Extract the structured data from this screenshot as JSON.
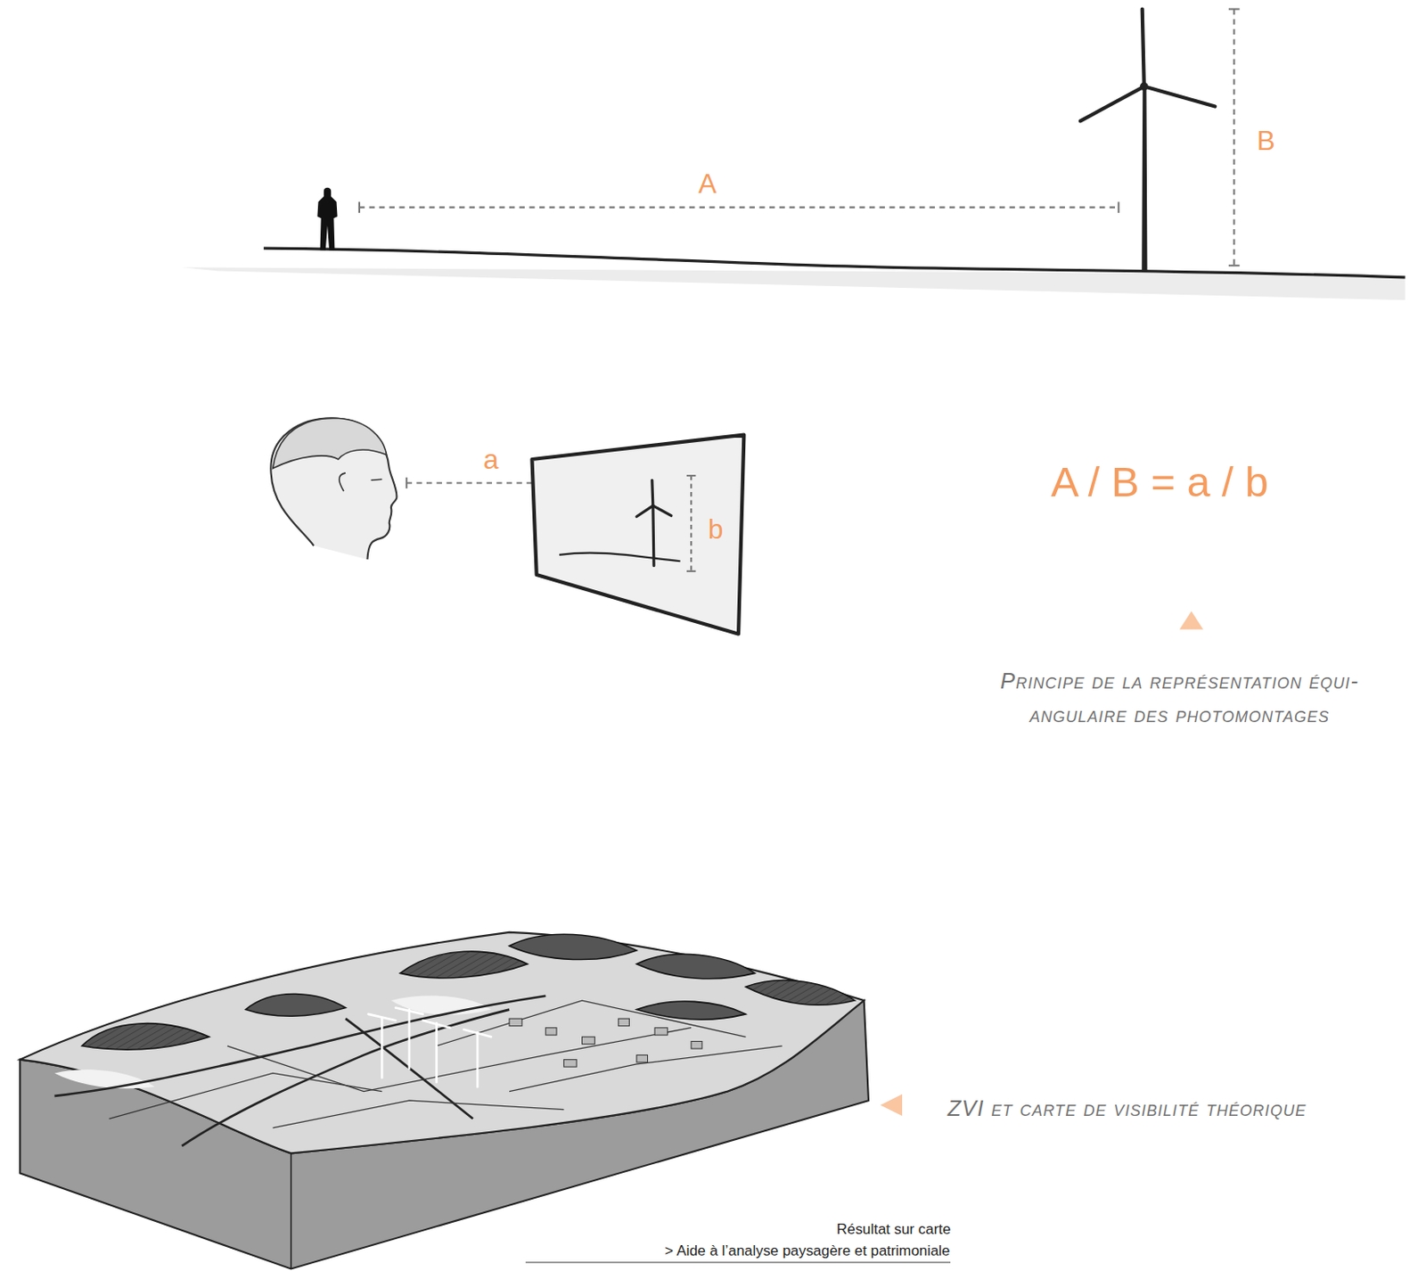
{
  "diagram": {
    "labels": [
      "A",
      "B",
      "a",
      "b",
      "A / B = a / b",
      "Principe  de la représentation équi-angulaire des photomontages",
      "ZVI et carte de visibilité théorique",
      "Résultat sur carte",
      "> Aide à l’analyse paysagère et patrimoniale"
    ]
  }
}
